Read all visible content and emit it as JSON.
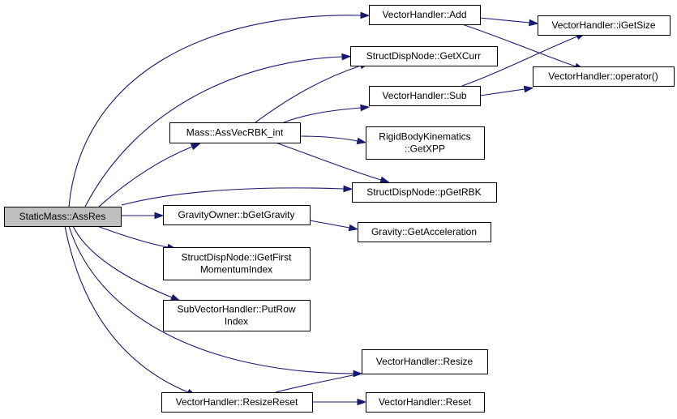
{
  "colors": {
    "edge": "#191970",
    "node_fill": "#ffffff",
    "root_fill": "#bfbfbf",
    "border": "#000000"
  },
  "nodes": [
    {
      "id": "root",
      "lines": [
        "StaticMass::AssRes"
      ],
      "root": true
    },
    {
      "id": "vh_add",
      "lines": [
        "VectorHandler::Add"
      ]
    },
    {
      "id": "vh_igetsize",
      "lines": [
        "VectorHandler::iGetSize"
      ]
    },
    {
      "id": "sdn_getxcurr",
      "lines": [
        "StructDispNode::GetXCurr"
      ]
    },
    {
      "id": "vh_sub",
      "lines": [
        "VectorHandler::Sub"
      ]
    },
    {
      "id": "vh_op",
      "lines": [
        "VectorHandler::operator()"
      ]
    },
    {
      "id": "mass_assvec",
      "lines": [
        "Mass::AssVecRBK_int"
      ]
    },
    {
      "id": "rbk_getxpp",
      "lines": [
        "RigidBodyKinematics",
        "::GetXPP"
      ]
    },
    {
      "id": "sdn_pgetrbk",
      "lines": [
        "StructDispNode::pGetRBK"
      ]
    },
    {
      "id": "go_bgetgravity",
      "lines": [
        "GravityOwner::bGetGravity"
      ]
    },
    {
      "id": "grav_getacc",
      "lines": [
        "Gravity::GetAcceleration"
      ]
    },
    {
      "id": "sdn_igetfirst",
      "lines": [
        "StructDispNode::iGetFirst",
        "MomentumIndex"
      ]
    },
    {
      "id": "svh_putrow",
      "lines": [
        "SubVectorHandler::PutRow",
        "Index"
      ]
    },
    {
      "id": "vh_resize",
      "lines": [
        "VectorHandler::Resize"
      ]
    },
    {
      "id": "vh_resizereset",
      "lines": [
        "VectorHandler::ResizeReset"
      ]
    },
    {
      "id": "vh_reset",
      "lines": [
        "VectorHandler::Reset"
      ]
    }
  ],
  "edges": [
    {
      "from": "root",
      "to": "vh_add"
    },
    {
      "from": "root",
      "to": "sdn_getxcurr"
    },
    {
      "from": "root",
      "to": "mass_assvec"
    },
    {
      "from": "root",
      "to": "sdn_pgetrbk"
    },
    {
      "from": "root",
      "to": "go_bgetgravity"
    },
    {
      "from": "root",
      "to": "sdn_igetfirst"
    },
    {
      "from": "root",
      "to": "svh_putrow"
    },
    {
      "from": "root",
      "to": "vh_resize"
    },
    {
      "from": "root",
      "to": "vh_resizereset"
    },
    {
      "from": "vh_add",
      "to": "vh_igetsize"
    },
    {
      "from": "vh_add",
      "to": "vh_op"
    },
    {
      "from": "vh_sub",
      "to": "vh_igetsize"
    },
    {
      "from": "vh_sub",
      "to": "vh_op"
    },
    {
      "from": "mass_assvec",
      "to": "sdn_getxcurr"
    },
    {
      "from": "mass_assvec",
      "to": "vh_sub"
    },
    {
      "from": "mass_assvec",
      "to": "rbk_getxpp"
    },
    {
      "from": "mass_assvec",
      "to": "sdn_pgetrbk"
    },
    {
      "from": "go_bgetgravity",
      "to": "grav_getacc"
    },
    {
      "from": "vh_resizereset",
      "to": "vh_resize"
    },
    {
      "from": "vh_resizereset",
      "to": "vh_reset"
    }
  ]
}
